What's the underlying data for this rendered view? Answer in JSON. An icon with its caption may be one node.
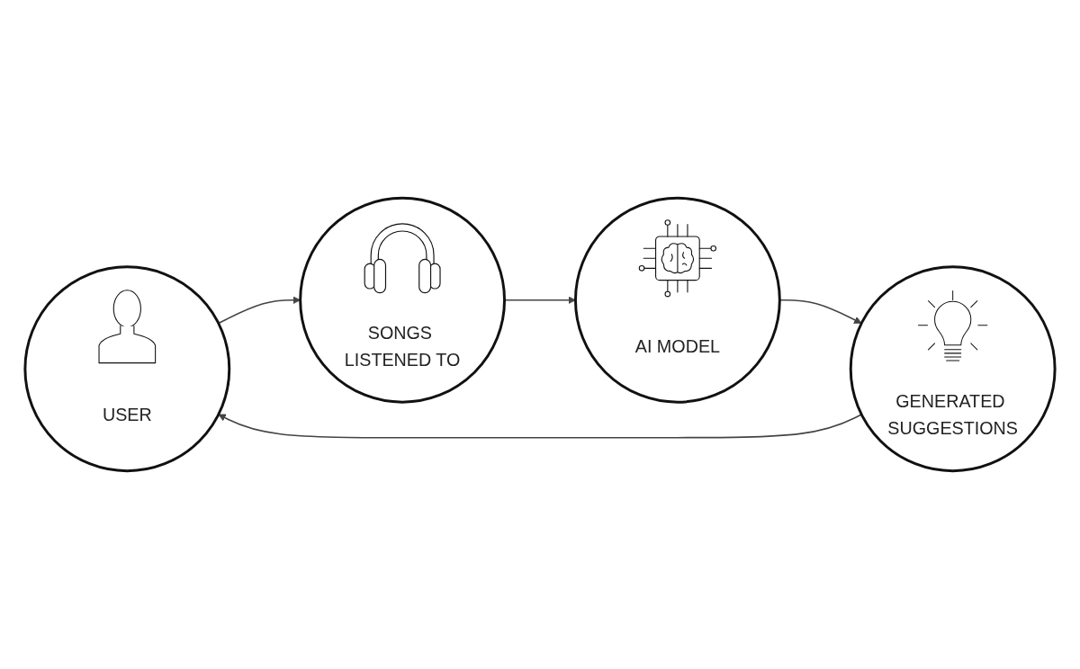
{
  "diagram": {
    "nodes": [
      {
        "text": [
          "USER"
        ]
      },
      {
        "text": [
          "SONGS LISTENED TO"
        ]
      },
      {
        "text": [
          "AI MODEL"
        ]
      },
      {
        "text": [
          "GENERATED SUGGESTIONS"
        ]
      }
    ],
    "edges": [
      {
        "from": 0,
        "to": 1,
        "arrow": "to"
      },
      {
        "from": 1,
        "to": 2,
        "arrow": "to"
      },
      {
        "from": 2,
        "to": 3,
        "arrow": "to"
      },
      {
        "from": 3,
        "to": 0,
        "arrow": "to"
      }
    ]
  }
}
